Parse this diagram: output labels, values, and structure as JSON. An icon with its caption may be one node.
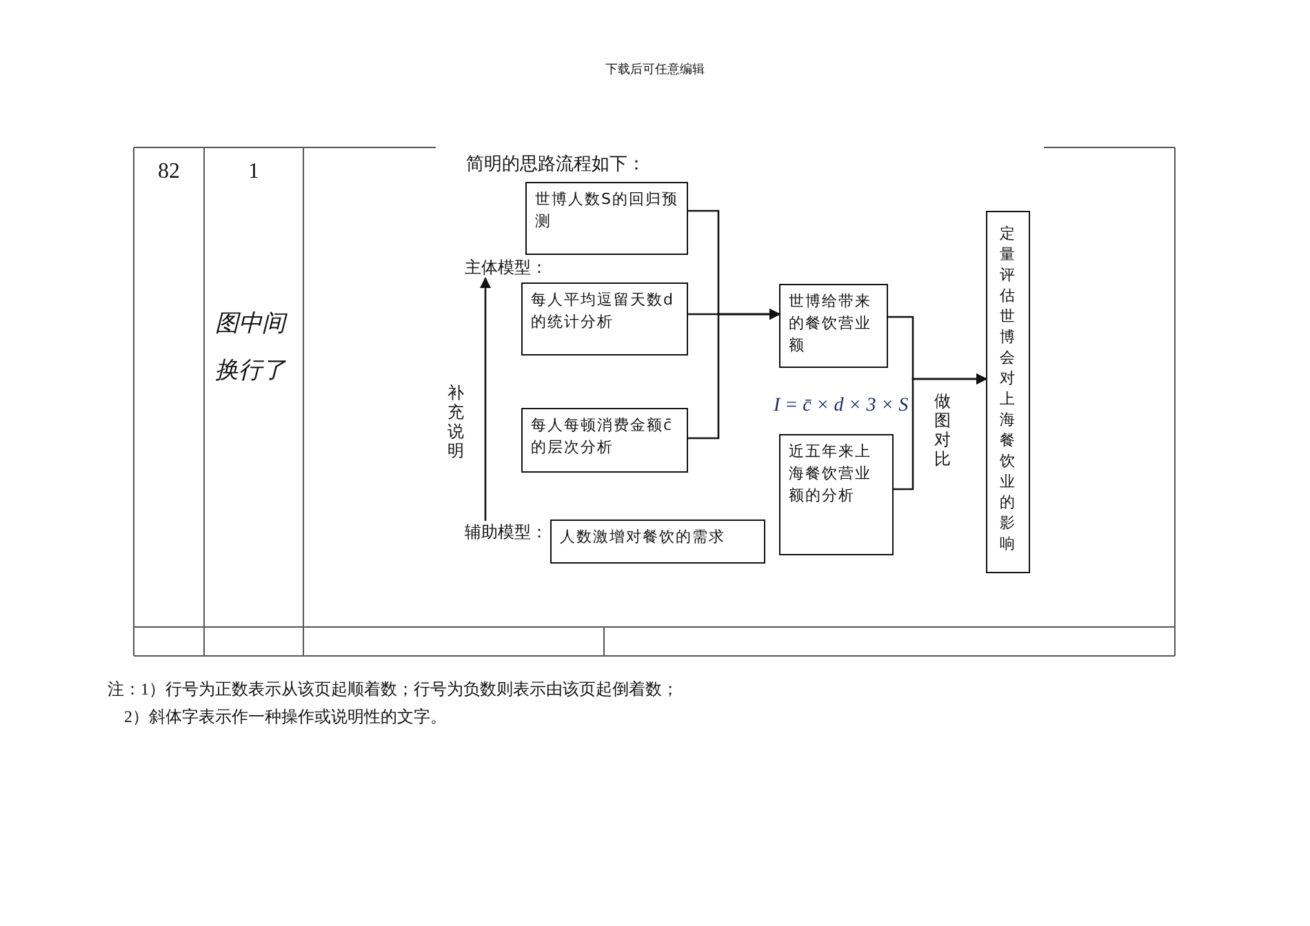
{
  "diagram": {
    "title": "简明的思路流程如下：",
    "nodes": [
      {
        "text": [
          "世博人数S的回归预测"
        ]
      },
      {
        "text": [
          "每人平均逗留天数d的统计分析"
        ]
      },
      {
        "text": [
          "每人每顿消费金额c̄的层次分析"
        ]
      },
      {
        "text": [
          "人数激增对餐饮的需求"
        ]
      },
      {
        "text": [
          "世博给带来的餐饮营业额"
        ]
      },
      {
        "text": [
          "近五年来上海餐饮营业额的分析"
        ]
      },
      {
        "text": [
          "定量评估世博会对上海餐饮业的影响"
        ]
      },
      {
        "text": [
          "主体模型："
        ]
      },
      {
        "text": [
          "辅助模型："
        ]
      }
    ],
    "edges": [
      {
        "from": 0,
        "to": 4,
        "arrow": "to"
      },
      {
        "from": 1,
        "to": 4,
        "arrow": "to"
      },
      {
        "from": 2,
        "to": 4,
        "arrow": "to"
      },
      {
        "from": 4,
        "to": 6,
        "arrow": "to"
      },
      {
        "from": 5,
        "to": 6,
        "arrow": "to"
      },
      {
        "from": 8,
        "to": 7,
        "arrow": "to",
        "label": "补充说明"
      }
    ],
    "labels": [
      "下载后可任意编辑",
      "82",
      "1",
      "图中间换行了",
      "I = c̄ × d × 3 × S",
      "做图对比",
      "注：1）行号为正数表示从该页起顺着数；行号为负数则表示由该页起倒着数；",
      "2）斜体字表示作一种操作或说明性的文字。"
    ]
  }
}
